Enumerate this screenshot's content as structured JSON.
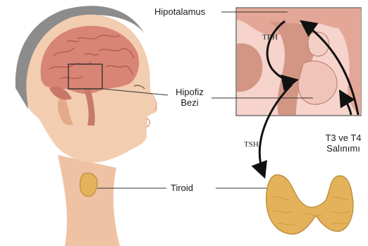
{
  "labels": {
    "hypothalamus": "Hipotalamus",
    "pituitary_line1": "Hipofiz",
    "pituitary_line2": "Bezi",
    "thyroid": "Tiroid",
    "release_line1": "T3 ve T4",
    "release_line2": "Salınımı",
    "trh": "TRH",
    "tsh": "TSH"
  },
  "icons": {
    "head": "head-profile-icon",
    "brain": "brain-icon",
    "thyroid": "thyroid-gland-icon",
    "inset": "pituitary-inset-icon"
  },
  "colors": {
    "skin": "#f3cdb0",
    "skin_shade": "#e4ab8a",
    "brain": "#d88576",
    "hair": "#8c8c8c",
    "gland": "#e3b25a",
    "inset_bg": "#f6d3cb",
    "inset_tissue": "#d39684"
  }
}
